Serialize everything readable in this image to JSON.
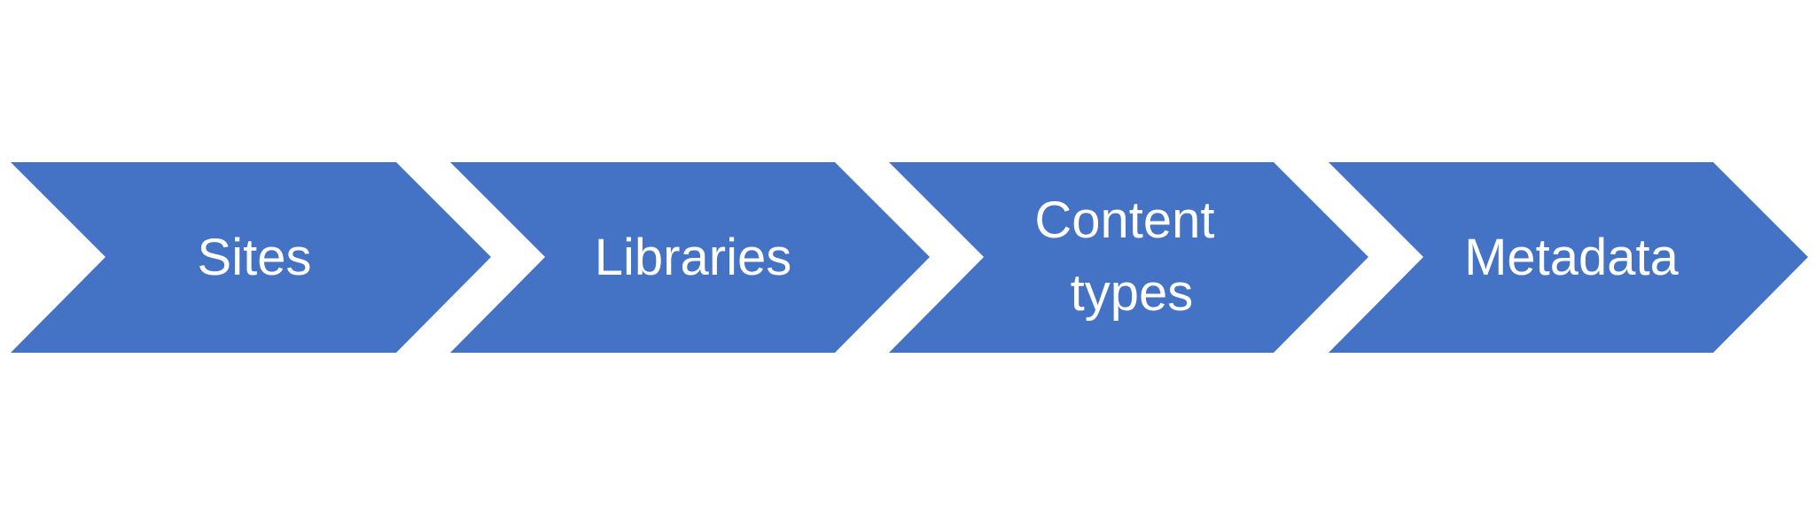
{
  "colors": {
    "chevron_fill": "#4472C4",
    "label_text": "#FFFFFF",
    "background": "#FFFFFF"
  },
  "steps": [
    {
      "label_lines": [
        "Sites"
      ]
    },
    {
      "label_lines": [
        "Libraries"
      ]
    },
    {
      "label_lines": [
        "Content",
        "types"
      ]
    },
    {
      "label_lines": [
        "Metadata"
      ]
    }
  ]
}
